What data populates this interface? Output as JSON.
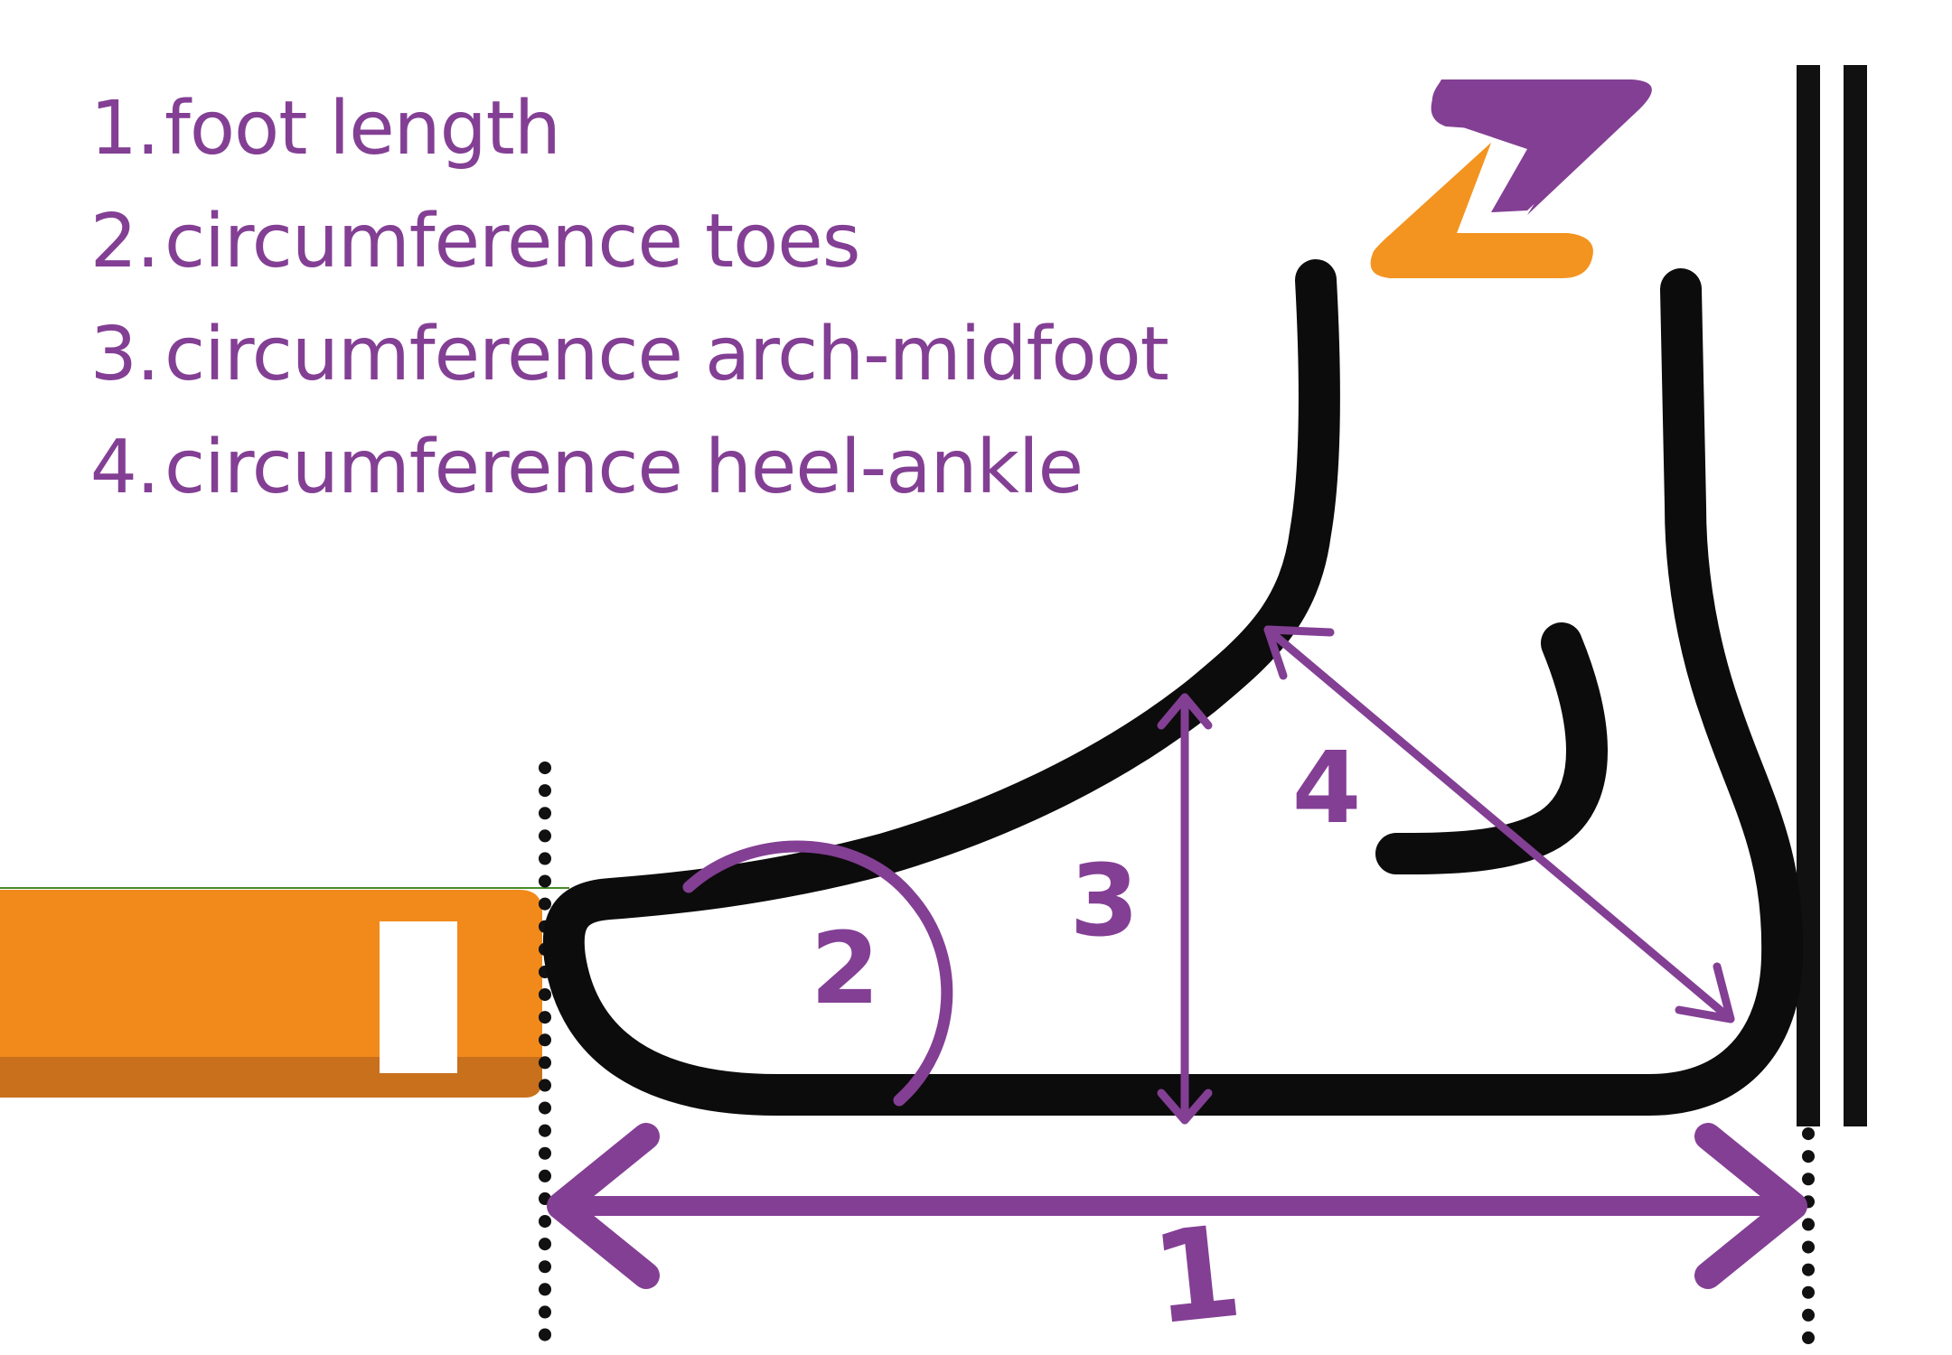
{
  "legend": {
    "items": [
      {
        "number": "1.",
        "text": "foot length"
      },
      {
        "number": "2.",
        "text": "circumference toes"
      },
      {
        "number": "3.",
        "text": "circumference arch-midfoot"
      },
      {
        "number": "4.",
        "text": "circumference heel-ankle"
      }
    ]
  },
  "markers": {
    "length": "1",
    "toes": "2",
    "arch": "3",
    "heel": "4"
  },
  "colors": {
    "accent_purple": "#833f94",
    "accent_orange": "#f28a1b",
    "outline": "#111111"
  },
  "icons": {
    "logo": "zz-logo-icon",
    "wall": "wall-lines",
    "measuring-block": "orange-block"
  }
}
